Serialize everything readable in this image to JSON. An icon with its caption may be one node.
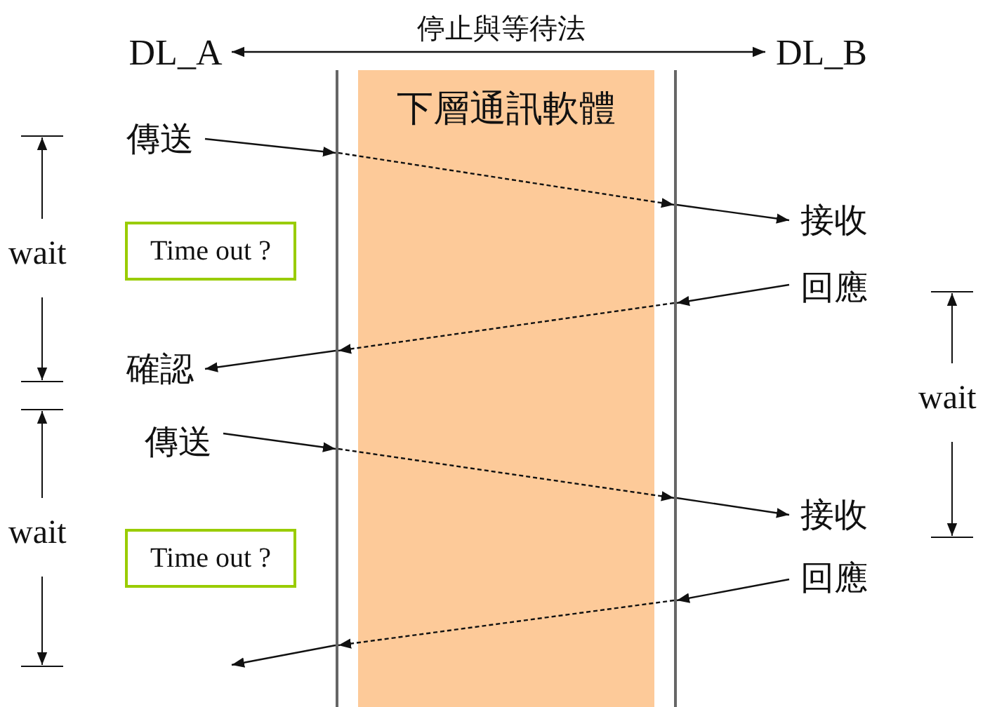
{
  "diagram": {
    "nodes": [
      {
        "text": [
          "DL_A"
        ]
      },
      {
        "text": [
          "DL_B"
        ]
      },
      {
        "text": [
          "下層通訊軟體"
        ]
      },
      {
        "text": [],
        "shape": "bar"
      },
      {
        "text": [],
        "shape": "bar"
      },
      {
        "text": [
          "傳送"
        ]
      },
      {
        "text": [
          "接收"
        ]
      },
      {
        "text": [
          "回應"
        ]
      },
      {
        "text": [
          "確認"
        ]
      },
      {
        "text": [
          "傳送"
        ]
      },
      {
        "text": [
          "接收"
        ]
      },
      {
        "text": [
          "回應"
        ]
      },
      {
        "text": [
          "Time out ?"
        ]
      },
      {
        "text": [
          "Time out ?"
        ]
      }
    ],
    "edges": [
      {
        "from": 0,
        "to": 1,
        "arrow": "both",
        "label": "停止與等待法"
      },
      {
        "from": 5,
        "to": 3,
        "arrow": "to"
      },
      {
        "from": 3,
        "to": 4,
        "arrow": "to",
        "style": "dashed"
      },
      {
        "from": 4,
        "to": 6,
        "arrow": "to"
      },
      {
        "from": 7,
        "to": 4,
        "arrow": "to"
      },
      {
        "from": 4,
        "to": 3,
        "arrow": "to",
        "style": "dashed"
      },
      {
        "from": 3,
        "to": 8,
        "arrow": "to"
      },
      {
        "from": 9,
        "to": 3,
        "arrow": "to"
      },
      {
        "from": 3,
        "to": 4,
        "arrow": "to",
        "style": "dashed"
      },
      {
        "from": 4,
        "to": 10,
        "arrow": "to"
      },
      {
        "from": 11,
        "to": 4,
        "arrow": "to"
      },
      {
        "from": 4,
        "to": 3,
        "arrow": "to",
        "style": "dashed"
      },
      {
        "from": 3,
        "to": null,
        "arrow": "to"
      }
    ],
    "labels": [
      "wait",
      "wait",
      "wait"
    ]
  }
}
